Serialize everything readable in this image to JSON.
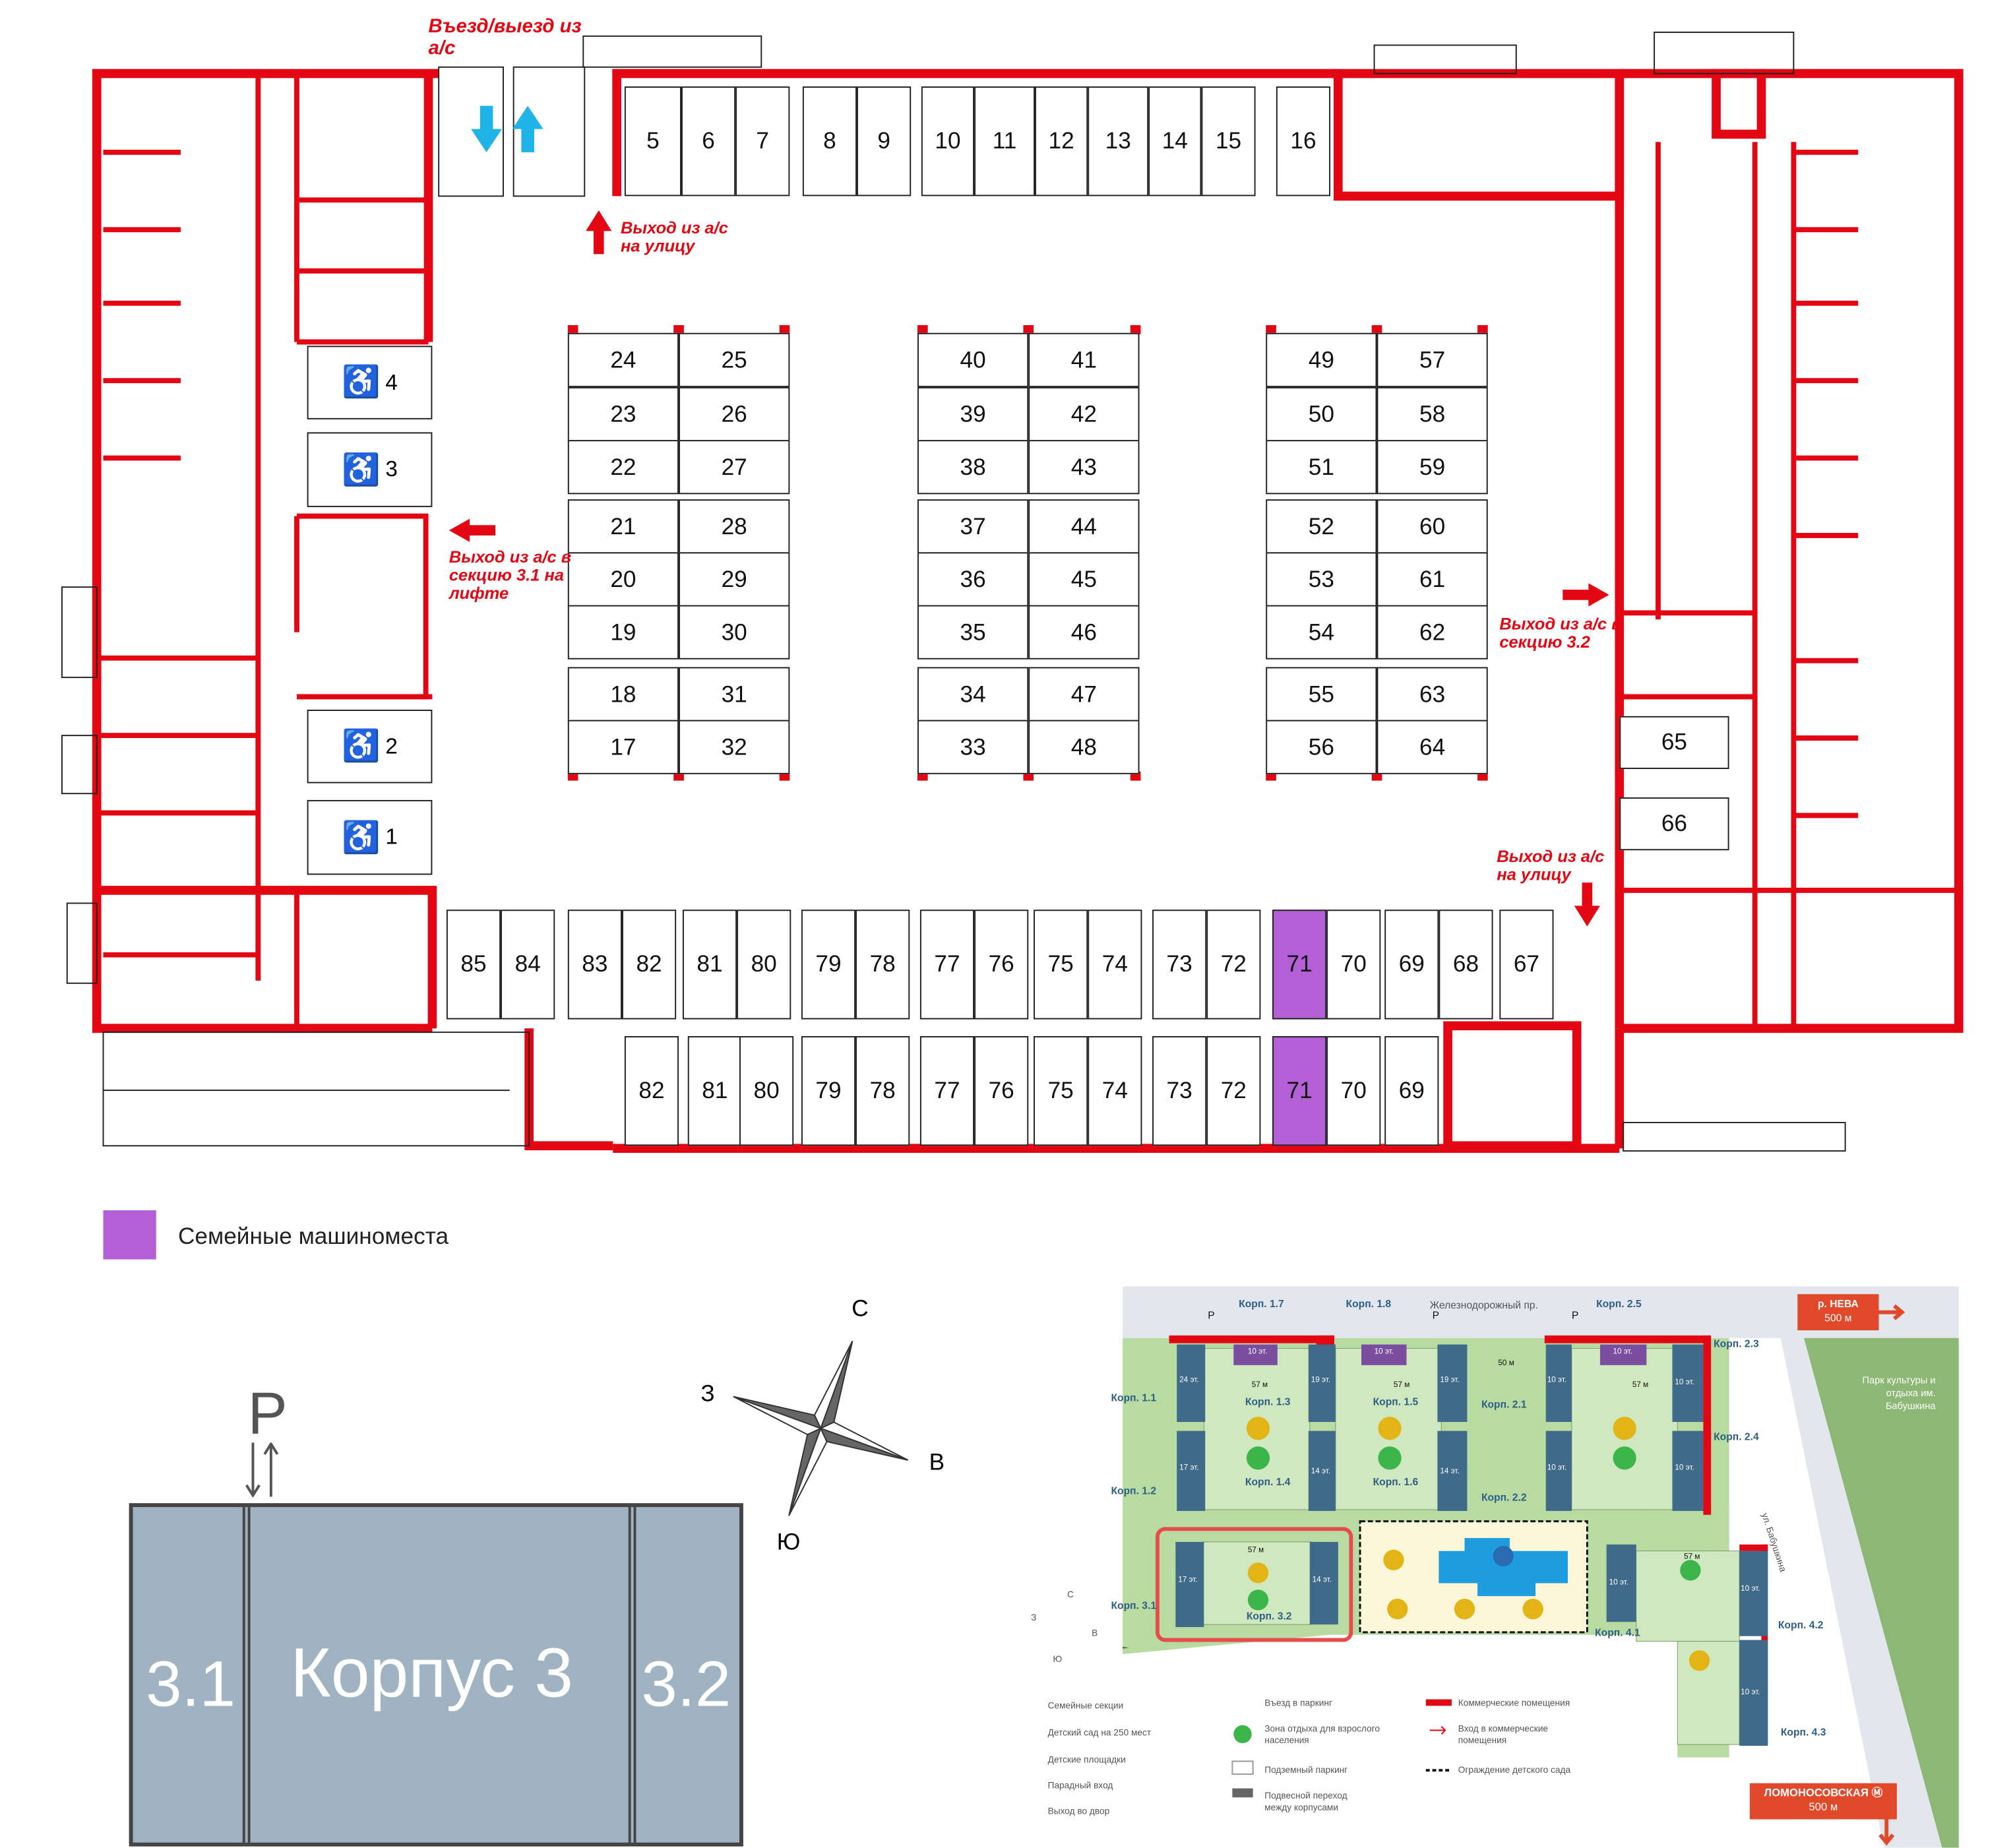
{
  "floor_plan": {
    "notes": {
      "entry_exit": "Въезд/выезд из а/с",
      "exit_street_top": "Выход из а/с на улицу",
      "exit_section_31": "Выход из а/с в секцию 3.1 на лифте",
      "exit_section_32": "Выход из а/с в секцию 3.2",
      "exit_street_right": "Выход из а/с на улицу"
    },
    "top_row": [
      "5",
      "6",
      "7",
      "8",
      "9",
      "10",
      "11",
      "12",
      "13",
      "14",
      "15",
      "16"
    ],
    "block_a": {
      "left": [
        "24",
        "23",
        "22",
        "21",
        "20",
        "19",
        "18",
        "17"
      ],
      "right": [
        "25",
        "26",
        "27",
        "28",
        "29",
        "30",
        "31",
        "32"
      ]
    },
    "block_b": {
      "left": [
        "40",
        "39",
        "38",
        "37",
        "36",
        "35",
        "34",
        "33"
      ],
      "right": [
        "41",
        "42",
        "43",
        "44",
        "45",
        "46",
        "47",
        "48"
      ]
    },
    "block_c": {
      "left": [
        "49",
        "50",
        "51",
        "52",
        "53",
        "54",
        "55",
        "56"
      ],
      "right": [
        "57",
        "58",
        "59",
        "60",
        "61",
        "62",
        "63",
        "64"
      ]
    },
    "right_spots": [
      "65",
      "66"
    ],
    "bottom_row_1": [
      "85",
      "84",
      "83",
      "82",
      "81",
      "80",
      "79",
      "78",
      "77",
      "76",
      "75",
      "74",
      "73",
      "72",
      "71",
      "70",
      "69",
      "68",
      "67"
    ],
    "bottom_row_2": [
      "82",
      "81",
      "80",
      "79",
      "78",
      "77",
      "76",
      "75",
      "74",
      "73",
      "72",
      "71",
      "70",
      "69"
    ],
    "family_spots": [
      "71"
    ],
    "disabled_spots": [
      "4",
      "3",
      "2",
      "1"
    ],
    "family_color": "#b45fd6",
    "wall_color": "#e30613",
    "arrow_color": "#1fb3e8"
  },
  "legend": {
    "family_label": "Семейные машиноместа"
  },
  "building": {
    "parking_symbol": "P",
    "section_left": "3.1",
    "title": "Корпус 3",
    "section_right": "3.2",
    "fill": "#9fb3c2"
  },
  "compass": {
    "n": "С",
    "e": "В",
    "s": "Ю",
    "w": "З"
  },
  "site_plan": {
    "street": "Железнодорожный пр.",
    "street_right": "ул. Бабушкина",
    "neva": {
      "title": "р. НЕВА",
      "distance": "500 м"
    },
    "park": "Парк культуры и отдыха им. Бабушкина",
    "metro": {
      "title": "ЛОМОНОСОВСКАЯ",
      "distance": "500 м"
    },
    "buildings": [
      "Корп. 1.1",
      "Корп. 1.2",
      "Корп. 1.3",
      "Корп. 1.4",
      "Корп. 1.5",
      "Корп. 1.6",
      "Корп. 1.7",
      "Корп. 1.8",
      "Корп. 2.1",
      "Корп. 2.2",
      "Корп. 2.3",
      "Корп. 2.4",
      "Корп. 2.5",
      "Корп. 3.1",
      "Корп. 3.2",
      "Корп. 4.1",
      "Корп. 4.2",
      "Корп. 4.3"
    ],
    "floors": [
      "24 эт.",
      "19 эт.",
      "19 эт.",
      "10 эт.",
      "10 эт.",
      "17 эт.",
      "14 эт.",
      "14 эт.",
      "10 эт.",
      "10 эт.",
      "17 эт.",
      "14 эт.",
      "10 эт.",
      "10 эт.",
      "10 эт.",
      "10 эт.",
      "10 эт.",
      "10 эт."
    ],
    "distances": [
      "57 м",
      "57 м",
      "57 м",
      "57 м",
      "57 м",
      "50 м"
    ],
    "parking_mark": "P",
    "legend": [
      "Семейные секции",
      "Детский сад на 250 мест",
      "Детские площадки",
      "Парадный вход",
      "Выход во двор",
      "Въезд в паркинг",
      "Зона отдыха для взрослого населения",
      "Подземный паркинг",
      "Подвесной переход между корпусами",
      "Коммерческие помещения",
      "Вход в коммерческие помещения",
      "Ограждение детского сада"
    ],
    "mini_compass": {
      "n": "С",
      "e": "В",
      "s": "Ю",
      "w": "З"
    }
  }
}
